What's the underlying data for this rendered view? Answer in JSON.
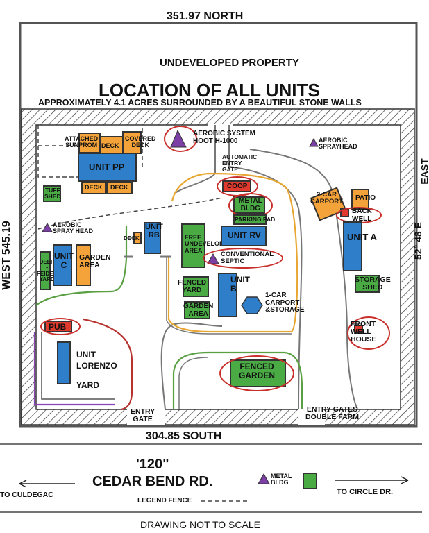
{
  "boundary": {
    "north": "351.97  NORTH",
    "south": "304.85  SOUTH",
    "west": "WEST 545.19",
    "east_top": "EAST",
    "east_bottom": "52° 48 E"
  },
  "header": {
    "undeveloped": "UNDEVELOPED PROPERTY",
    "title": "LOCATION OF ALL UNITS",
    "subtitle": "APPROXIMATELY 4.1 ACRES SURROUNDED BY A BEAUTIFUL STONE WALLS"
  },
  "labels": {
    "attached_sunprom": "ATTACHED\nSUNPROM",
    "deck1": "DECK",
    "covered_deck": "COVERED\nDECK",
    "unit_pp": "UNIT PP",
    "deck2": "DECK",
    "deck3": "DECK",
    "aerobic_system": "AEROBIC SYSTEM\nHOOT H-1000",
    "aerobic_sprayhead_ne": "AEROBIC\nSPRAYHEAD",
    "automatic_gate": "AUTOMATIC\nENTRY\nGATE",
    "tuff_shed": "TUFF\nSHED",
    "coop": "COOP",
    "metal_bldg": "METAL\nBLDG",
    "parking_pad": "PARKING PAD",
    "two_car_carport": "2-CAR\nCARPORT",
    "patio": "PATIO",
    "back_well": "BACK\nWELL",
    "aerobic_spray_head_w": "AEROBIC\nSPRAY HEAD",
    "deck_rb": "DECK",
    "unit_rb": "UNIT\nRB",
    "free_undeveloped": "FREE\nUNDEVELOPED\nAREA",
    "unit_rv": "UNIT RV",
    "conventional_septic": "CONVENTIONAL\nSEPTIC",
    "unit_a": "UNIT A",
    "deer_feeder_yard": "DEER\n•\nFEIDED\nYARD",
    "unit_c": "UNIT\nC",
    "garden_area_w": "GARDEN\nAREA",
    "fenced_yard": "FENCED\nYARD",
    "unit_b": "UNIT\nB",
    "one_car_carport": "1-CAR\nCARPORT\n&STORAGE",
    "storage_shed": "STORAGE\nSHED",
    "garden_area_c": "GARDEN\nAREA",
    "pub": "PUB",
    "front_well_house": "FRONT\nWELL\nHOUSE",
    "unit_lorenzo": "UNIT\nLORENZO",
    "lorenzo_yard": "YARD",
    "fenced_garden": "FENCED\nGARDEN",
    "entry_gate": "ENTRY\nGATE",
    "entry_gates_farm": "ENTRY GATES\nDOUBLE FARM"
  },
  "road": {
    "number": "'120\"",
    "name": "CEDAR BEND RD.",
    "left_dest": "TO CULDEGAC",
    "right_dest": "TO CIRCLE DR.",
    "legend_metal_bldg": "METAL\nBLDG",
    "legend_fence": "LEGEND FENCE",
    "footer": "DRAWING NOT TO SCALE"
  },
  "colors": {
    "unit_blue": "#2f7ec9",
    "deck_orange": "#f4a23a",
    "shed_green": "#4aab45",
    "marker_red": "#e03a2f",
    "aerobic_purple": "#7b3fa6",
    "highlight_circle": "#c9302c"
  },
  "icons": [
    "triangle-marker-icon",
    "arrow-left-icon",
    "arrow-right-icon",
    "hexagon-carport-icon"
  ]
}
